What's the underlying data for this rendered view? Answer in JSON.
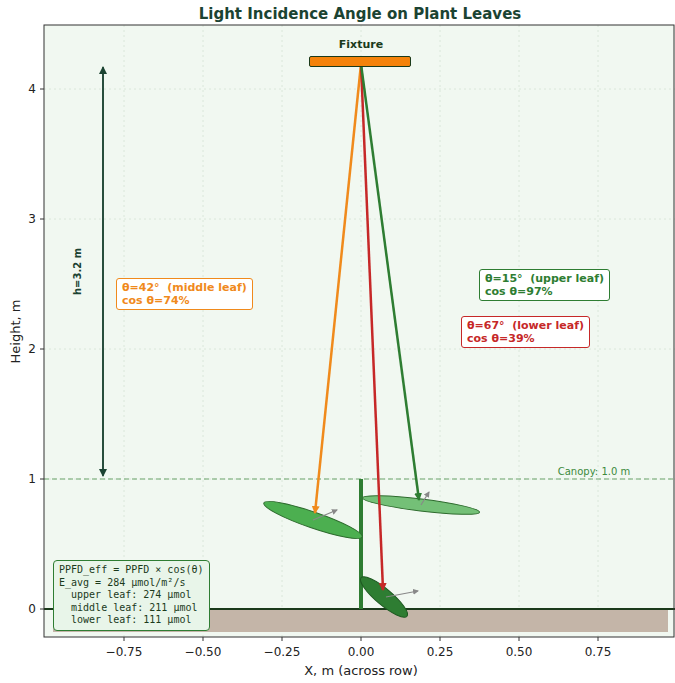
{
  "diagram": {
    "title": "Light Incidence Angle on Plant Leaves",
    "nodes": [
      {
        "text": [
          "Fixture"
        ]
      },
      {
        "text": [
          "θ=42°  (middle leaf)",
          "cos θ=74%"
        ]
      },
      {
        "text": [
          "θ=15°  (upper leaf)",
          "cos θ=97%"
        ]
      },
      {
        "text": [
          "θ=67°  (lower leaf)",
          "cos θ=39%"
        ]
      },
      {
        "text": [
          "PPFD_eff = PPFD × cos(θ)",
          "E_avg = 284 μmol/m²/s",
          "  upper leaf: 274 μmol",
          "  middle leaf: 211 μmol",
          "  lower leaf: 111 μmol"
        ]
      }
    ],
    "labels": [
      "0",
      "1",
      "2",
      "3",
      "4",
      "−0.75",
      "−0.50",
      "−0.25",
      "0.00",
      "0.25",
      "0.50",
      "0.75",
      "Height, m",
      "X, m (across row)",
      "h=3.2 m",
      "Canopy: 1.0 m"
    ]
  }
}
